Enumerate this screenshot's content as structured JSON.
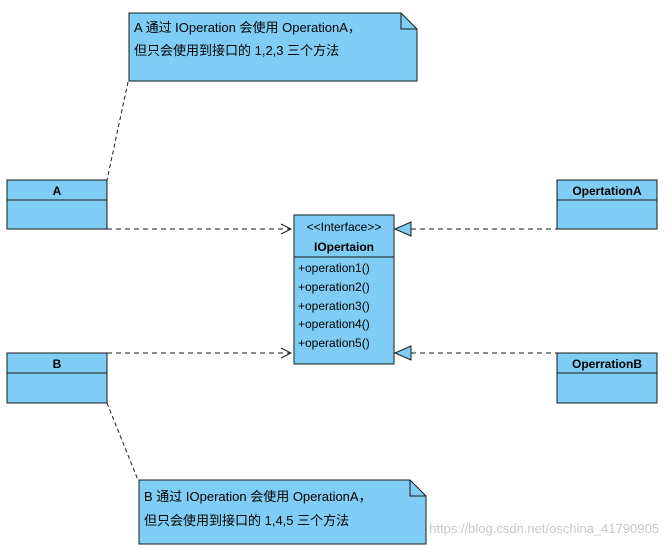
{
  "colors": {
    "fill": "#7fcdf4",
    "stroke": "#1a1a1a",
    "background": "#ffffff",
    "watermark": "#c8c8c8"
  },
  "notes": {
    "top": {
      "line1": "A 通过 IOperation 会使用 OperationA，",
      "line2": "但只会使用到接口的 1,2,3 三个方法"
    },
    "bottom": {
      "line1": "B 通过 IOperation 会使用 OperationA，",
      "line2": "但只会使用到接口的 1,4,5 三个方法"
    }
  },
  "classes": {
    "a": {
      "name": "A"
    },
    "b": {
      "name": "B"
    },
    "impl_a": {
      "name": "OpertationA"
    },
    "impl_b": {
      "name": "OperrationB"
    },
    "interface": {
      "stereotype": "<<Interface>>",
      "name": "IOpertaion",
      "operations": [
        "+operation1()",
        "+operation2()",
        "+operation3()",
        "+operation4()",
        "+operation5()"
      ]
    }
  },
  "watermark": "https://blog.csdn.net/oschina_41790905"
}
